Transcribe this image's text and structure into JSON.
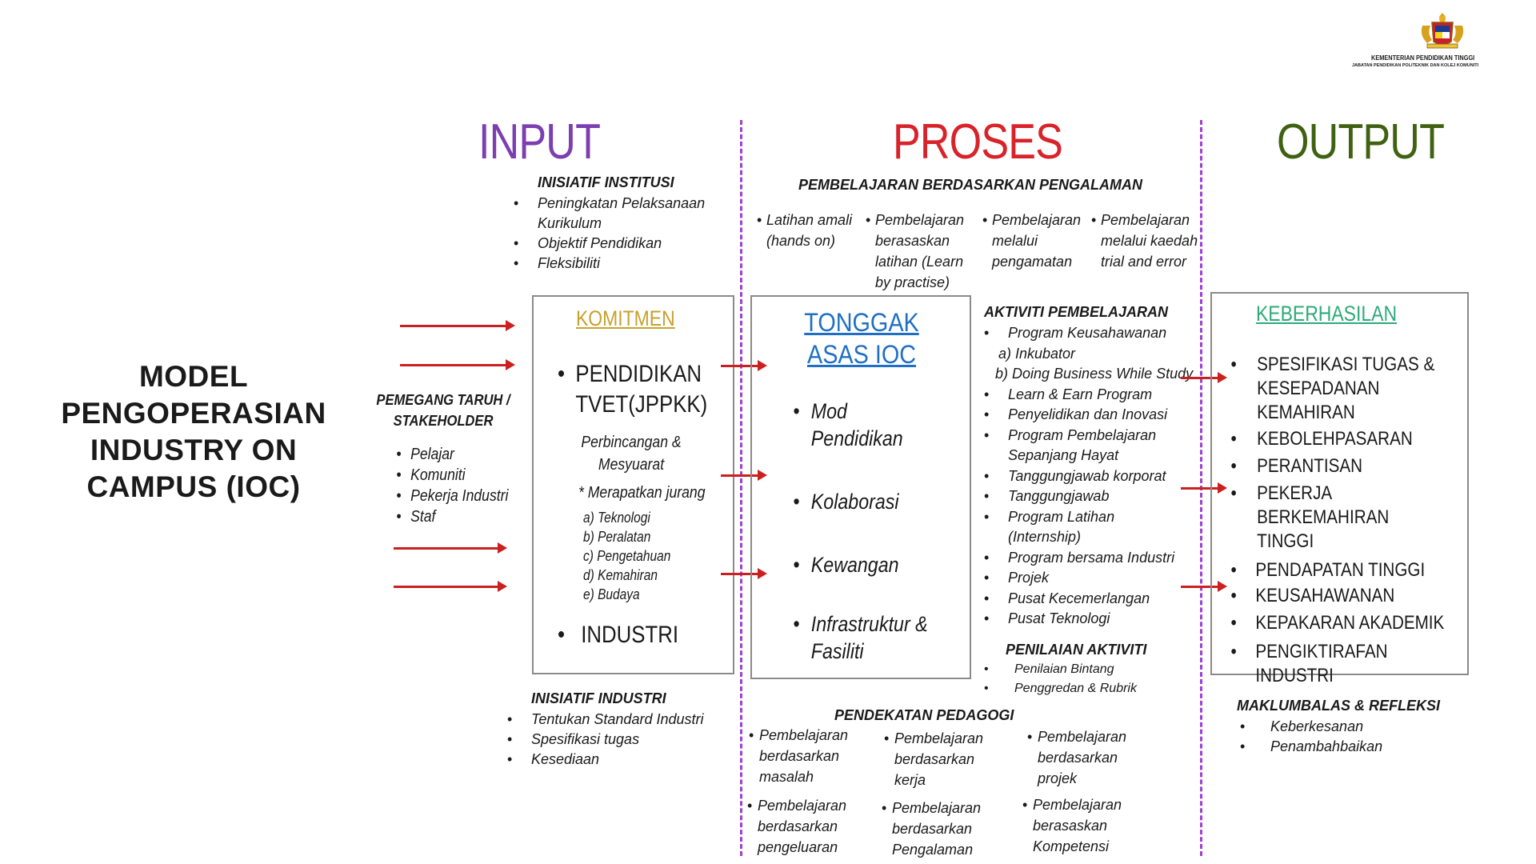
{
  "logo": {
    "ministry": "KEMENTERIAN PENDIDIKAN TINGGI",
    "department": "JABATAN PENDIDIKAN POLITEKNIK DAN KOLEJ KOMUNITI"
  },
  "model_title": "MODEL PENGOPERASIAN INDUSTRY ON CAMPUS (IOC)",
  "colors": {
    "input": "#7b3fb0",
    "proses": "#d8232a",
    "output": "#3f6212",
    "komitmen": "#c8a12c",
    "tonggak": "#1f6fc5",
    "keberhasilan": "#2eaa7a",
    "divider": "#a040d0",
    "arrow": "#cc1f1f"
  },
  "headers": {
    "input": "INPUT",
    "proses": "PROSES",
    "output": "OUTPUT"
  },
  "stakeholder": {
    "title": "PEMEGANG TARUH / STAKEHOLDER",
    "items": [
      "Pelajar",
      "Komuniti",
      "Pekerja Industri",
      "Staf"
    ]
  },
  "inisiatif_institusi": {
    "title": "INISIATIF INSTITUSI",
    "items": [
      "Peningkatan Pelaksanaan Kurikulum",
      "Objektif Pendidikan",
      "Fleksibiliti"
    ]
  },
  "komitmen": {
    "title": "KOMITMEN",
    "item1": "PENDIDIKAN TVET(JPPKK)",
    "sub": "Perbincangan & Mesyuarat",
    "jurang": "* Merapatkan jurang",
    "jurang_items": [
      "a) Teknologi",
      "b) Peralatan",
      "c) Pengetahuan",
      "d) Kemahiran",
      "e) Budaya"
    ],
    "item2": "INDUSTRI"
  },
  "inisiatif_industri": {
    "title": "INISIATIF INDUSTRI",
    "items": [
      "Tentukan Standard Industri",
      "Spesifikasi tugas",
      "Kesediaan"
    ]
  },
  "pembelajaran_pengalaman": {
    "title": "PEMBELAJARAN BERDASARKAN PENGALAMAN",
    "items": [
      "Latihan amali (hands on)",
      "Pembelajaran berasaskan latihan (Learn by practise)",
      "Pembelajaran melalui pengamatan",
      "Pembelajaran melalui kaedah trial and error"
    ]
  },
  "tonggak": {
    "title": "TONGGAK ASAS IOC",
    "items": [
      "Mod Pendidikan",
      "Kolaborasi",
      "Kewangan",
      "Infrastruktur & Fasiliti"
    ]
  },
  "aktiviti": {
    "title": "AKTIVITI PEMBELAJARAN",
    "keusahawanan": "Program Keusahawanan",
    "keusahawanan_sub": [
      "a) Inkubator",
      "b) Doing Business While Study"
    ],
    "items": [
      "Learn & Earn Program",
      "Penyelidikan dan Inovasi",
      "Program Pembelajaran Sepanjang Hayat",
      "Tanggungjawab korporat",
      "Tanggungjawab",
      "Program Latihan (Internship)",
      "Program bersama Industri",
      "Projek",
      "Pusat Kecemerlangan",
      "Pusat Teknologi"
    ]
  },
  "penilaian": {
    "title": "PENILAIAN AKTIVITI",
    "items": [
      "Penilaian Bintang",
      "Penggredan & Rubrik"
    ]
  },
  "pedagogi": {
    "title": "PENDEKATAN PEDAGOGI",
    "items": [
      "Pembelajaran berdasarkan masalah",
      "Pembelajaran berdasarkan kerja",
      "Pembelajaran berdasarkan projek",
      "Pembelajaran berdasarkan pengeluaran",
      "Pembelajaran berdasarkan Pengalaman",
      "Pembelajaran berasaskan Kompetensi"
    ]
  },
  "keberhasilan": {
    "title": "KEBERHASILAN",
    "items": [
      "SPESIFIKASI TUGAS & KESEPADANAN KEMAHIRAN",
      "KEBOLEHPASARAN",
      "PERANTISAN",
      "PEKERJA BERKEMAHIRAN TINGGI",
      "PENDAPATAN TINGGI",
      "KEUSAHAWANAN",
      "KEPAKARAN AKADEMIK",
      "PENGIKTIRAFAN INDUSTRI"
    ]
  },
  "maklumbalas": {
    "title": "MAKLUMBALAS & REFLEKSI",
    "items": [
      "Keberkesanan",
      "Penambahbaikan"
    ]
  }
}
